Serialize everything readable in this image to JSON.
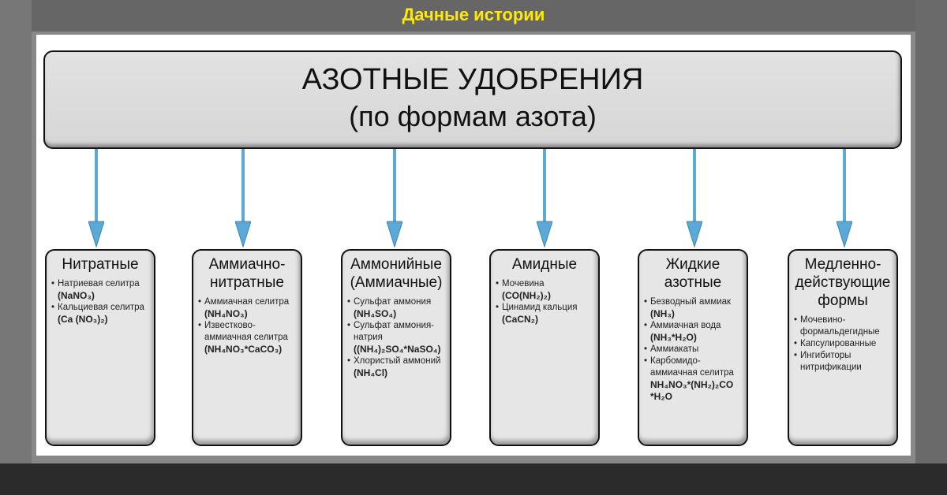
{
  "site_title": "Дачные истории",
  "header": {
    "line1": "АЗОТНЫЕ УДОБРЕНИЯ",
    "line2": "(по формам азота)"
  },
  "colors": {
    "arrow": "#5aa9d6",
    "title": "#ffea00"
  },
  "categories": [
    {
      "title": "Нитратные",
      "items": [
        {
          "name": "Натриевая селитра",
          "formula": "(NaNO₃)"
        },
        {
          "name": "Кальциевая селитра",
          "formula": "(Ca (NO₃)₂)"
        }
      ]
    },
    {
      "title": "Аммиачно-нитратные",
      "items": [
        {
          "name": "Аммиачная селитра",
          "formula": "(NH₄NO₃)"
        },
        {
          "name": "Известково-аммиачная селитра",
          "formula": "(NH₄NO₃*CaCO₃)"
        }
      ]
    },
    {
      "title": "Аммонийные (Аммиачные)",
      "items": [
        {
          "name": "Сульфат аммония",
          "formula": "(NH₄SO₄)"
        },
        {
          "name": "Сульфат аммония-натрия",
          "formula": "((NH₄)₂SO₄*NaSO₄)"
        },
        {
          "name": "Хлористый аммоний",
          "formula": "(NH₄Cl)"
        }
      ]
    },
    {
      "title": "Амидные",
      "items": [
        {
          "name": "Мочевина",
          "formula": "(CO(NH₂)₂)"
        },
        {
          "name": "Цинамид кальция",
          "formula": "(CaCN₂)"
        }
      ]
    },
    {
      "title": "Жидкие азотные",
      "items": [
        {
          "name": "Безводный аммиак",
          "formula": "(NH₃)"
        },
        {
          "name": "Аммиачная вода",
          "formula": "(NH₃*H₂O)"
        },
        {
          "name": "Аммиакаты",
          "formula": ""
        },
        {
          "name": "Карбомидо-аммиачная селитра",
          "formula": "NH₄NO₃*(NH₂)₂CO *H₂O"
        }
      ]
    },
    {
      "title": "Медленно-действующие формы",
      "items": [
        {
          "name": "Мочевино-формальдегидные",
          "formula": ""
        },
        {
          "name": "Капсулированные",
          "formula": ""
        },
        {
          "name": "Ингибиторы нитрификации",
          "formula": ""
        }
      ]
    }
  ]
}
